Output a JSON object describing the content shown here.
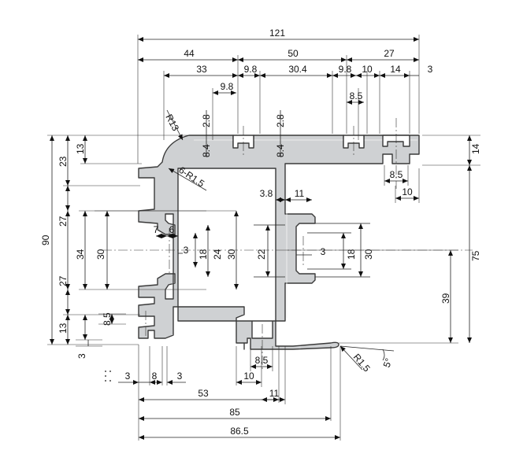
{
  "labels": {
    "top_121": "121",
    "top_44": "44",
    "top_50": "50",
    "top_27": "27",
    "row3_33": "33",
    "row3_9_8_a": "9.8",
    "row3_30_4": "30.4",
    "row3_9_8_b": "9.8",
    "row3_10": "10",
    "row3_14": "14",
    "row3_3": "3",
    "slot_9_8": "9.8",
    "slot_8_5": "8.5",
    "r13": "R13",
    "wall_2_8_a": "2.8",
    "wall_2_8_b": "2.8",
    "depth_8_4_a": "8.4",
    "depth_8_4_b": "8.4",
    "r1_5_six": "6-R1.5",
    "left_90": "90",
    "left_23": "23",
    "left_13_top": "13",
    "left_27_top": "27",
    "left_34": "34",
    "left_27_bot": "27",
    "left_13_bot": "13",
    "left_3": "3",
    "left_8_5": "8.5",
    "inner_30_a": "30",
    "inner_7": "7",
    "inner_6": "6",
    "inner_3_a": "3",
    "inner_18_a": "18",
    "inner_24": "24",
    "inner_30_b": "30",
    "mid_22": "22",
    "mid_3_8": "3.8",
    "mid_11_top": "11",
    "mid_3_b": "3",
    "mid_18_b": "18",
    "mid_30_c": "30",
    "right_14": "14",
    "right_75": "75",
    "right_39": "39",
    "tr_8_5": "8.5",
    "tr_10": "10",
    "bot_8_5": "8.5",
    "bot_10": "10",
    "bot_11": "11",
    "bot_3_a": "3",
    "bot_8": "8",
    "bot_3_b": "3",
    "bot_53": "53",
    "bot_85": "85",
    "bot_86_5": "86.5",
    "r1_5_tip": "R1.5",
    "angle_5": "5°"
  }
}
